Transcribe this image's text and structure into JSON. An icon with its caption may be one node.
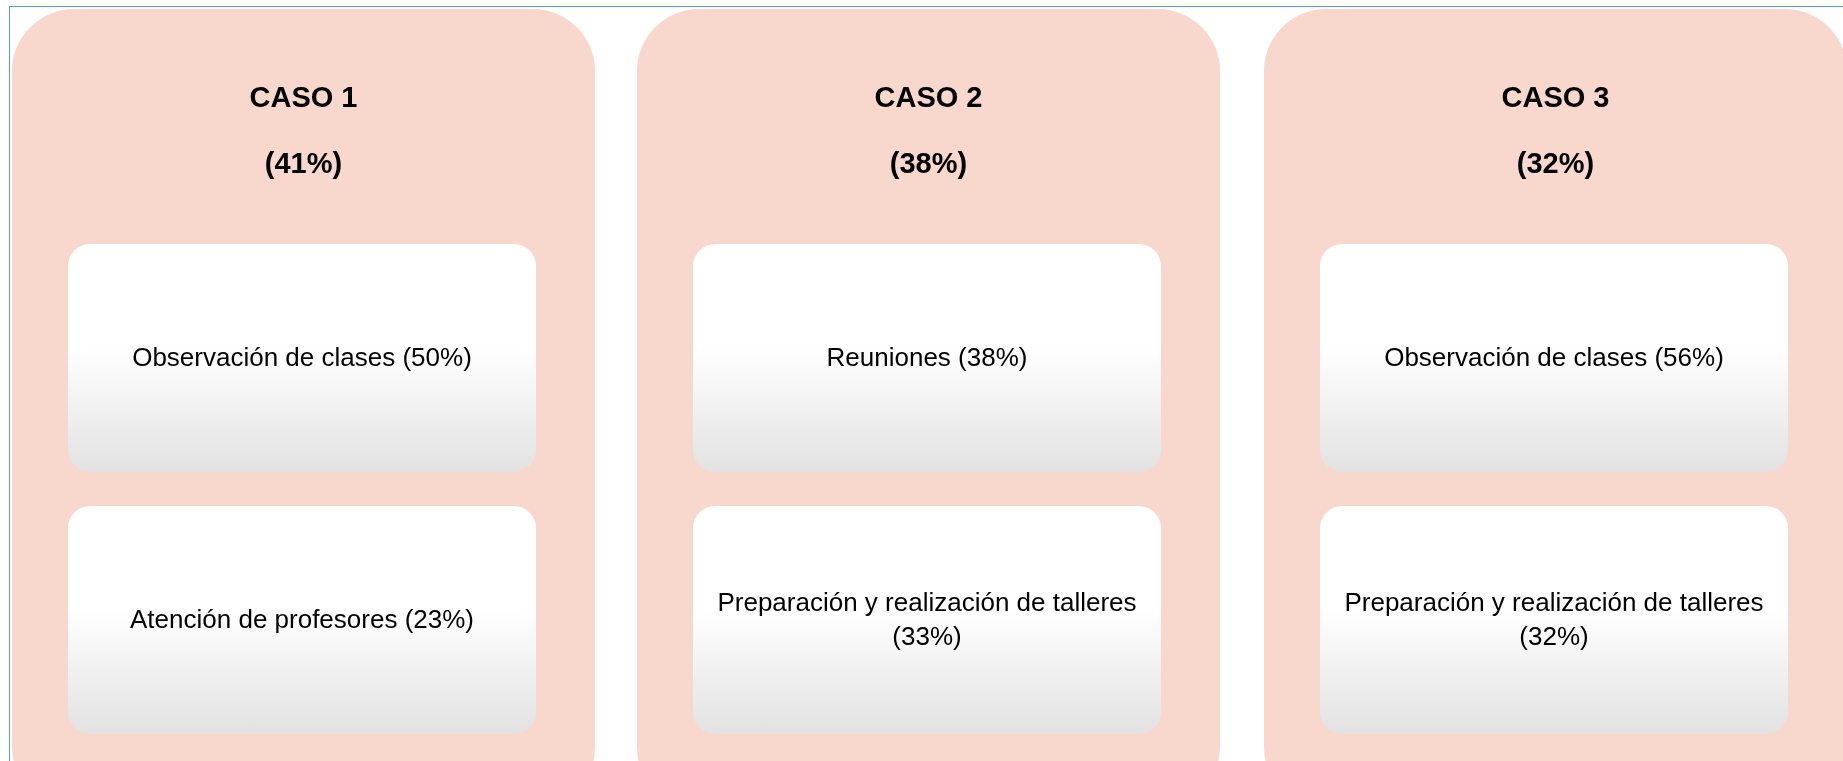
{
  "diagram": {
    "nodes": [
      {
        "text": [
          "CASO 1",
          "(41%)"
        ]
      },
      {
        "text": [
          "Observación de clases (50%)"
        ],
        "in": 0
      },
      {
        "text": [
          "Atención de profesores (23%)"
        ],
        "in": 0
      },
      {
        "text": [
          "CASO 2",
          "(38%)"
        ]
      },
      {
        "text": [
          "Reuniones (38%)"
        ],
        "in": 3
      },
      {
        "text": [
          "Preparación y realización de talleres (33%)"
        ],
        "in": 3
      },
      {
        "text": [
          "CASO 3",
          "(32%)"
        ]
      },
      {
        "text": [
          "Observación de clases (56%)"
        ],
        "in": 6
      },
      {
        "text": [
          "Preparación y realización de talleres (32%)"
        ],
        "in": 6
      }
    ]
  }
}
